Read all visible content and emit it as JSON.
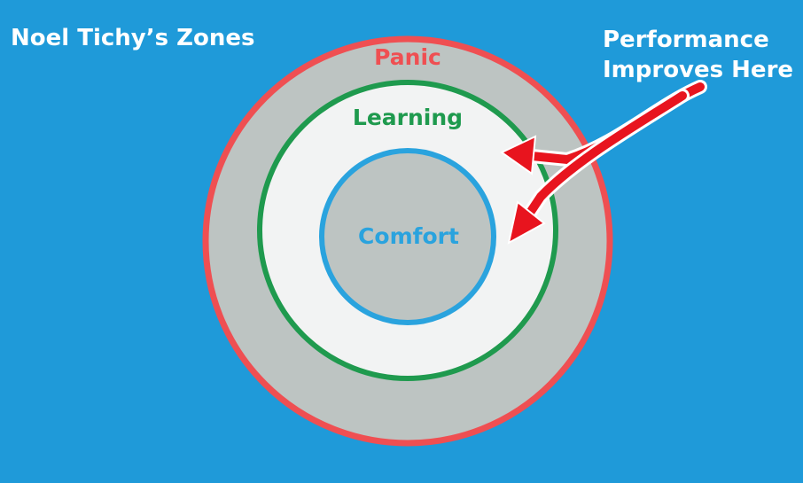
{
  "title": "Noel Tichy’s Zones",
  "callout": {
    "line1": "Performance",
    "line2": "Improves Here"
  },
  "zones": {
    "panic": "Panic",
    "learning": "Learning",
    "comfort": "Comfort"
  },
  "colors": {
    "background": "#1f9ad9",
    "title_text": "#ffffff",
    "panic_ring": "#ef4f52",
    "panic_fill": "#bdc4c2",
    "learning_ring": "#1f9a4e",
    "learning_fill": "#f2f3f3",
    "comfort_ring": "#2aa3de",
    "comfort_fill": "#bdc4c2",
    "arrow": "#e8141e",
    "arrow_outline": "#ffffff"
  }
}
